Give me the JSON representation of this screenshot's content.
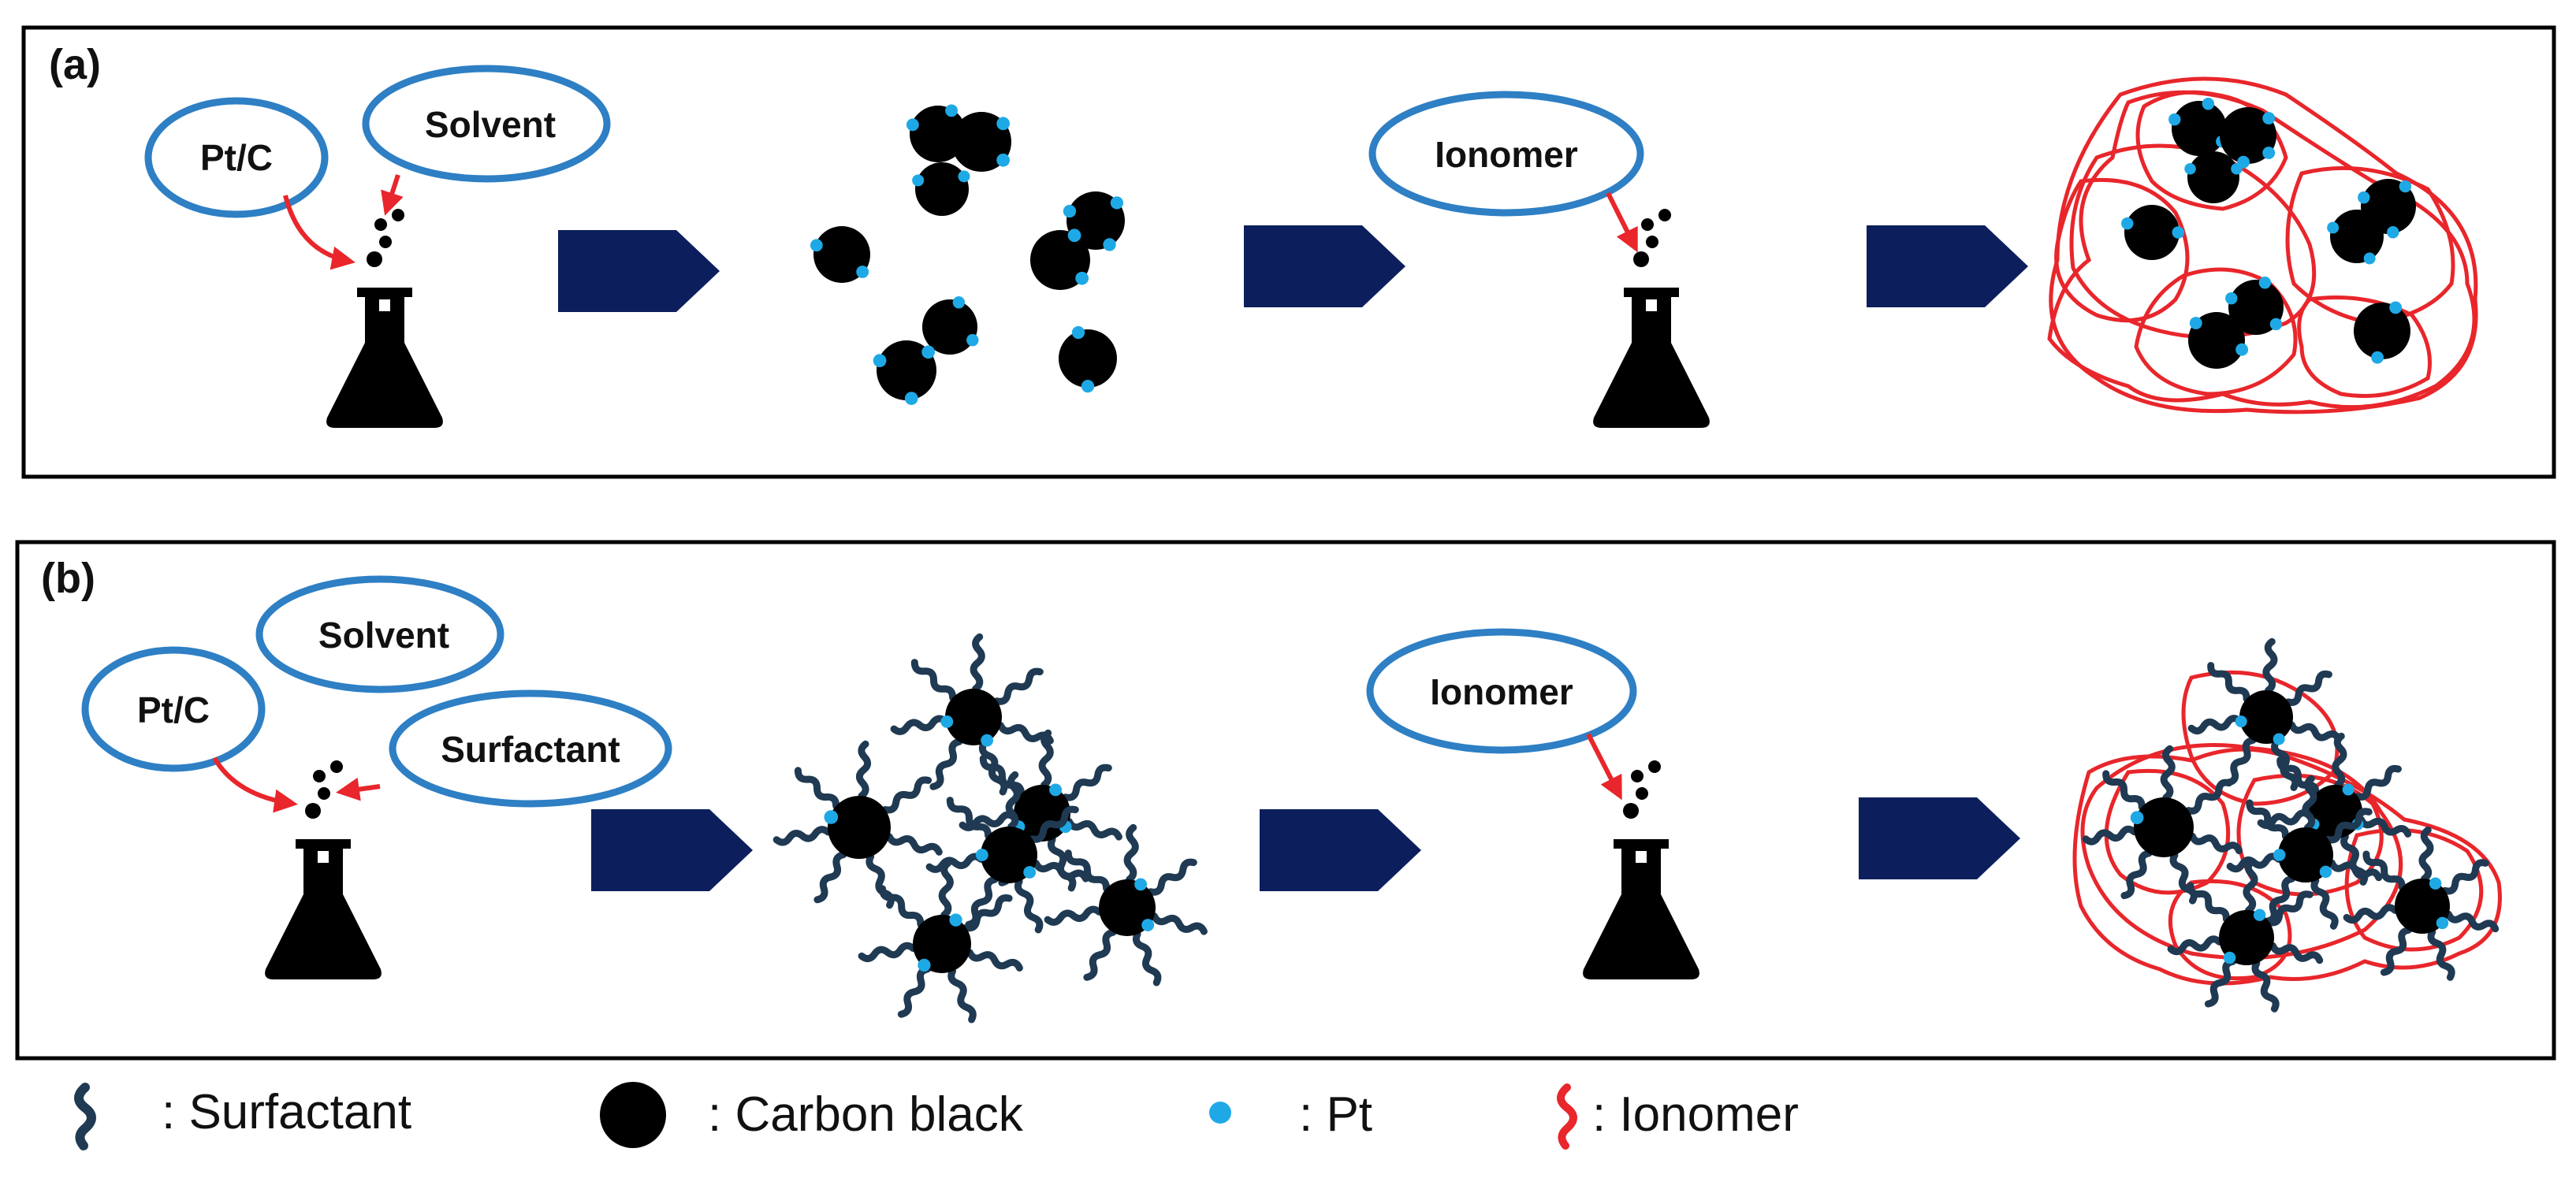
{
  "colors": {
    "bubble_outline": "#2e7fc4",
    "arrow_red": "#e8262b",
    "step_arrow": "#0c1f5c",
    "carbon": "#000000",
    "pt": "#1ea9e6",
    "surfactant": "#1f3a52",
    "ionomer": "#e8262b",
    "frame": "#000000"
  },
  "panels": [
    {
      "label": "(a)",
      "bubbles": [
        "Pt/C",
        "Solvent"
      ],
      "ionomer_bubble": "Ionomer",
      "with_surfactant": false
    },
    {
      "label": "(b)",
      "bubbles": [
        "Pt/C",
        "Solvent",
        "Surfactant"
      ],
      "ionomer_bubble": "Ionomer",
      "with_surfactant": true
    }
  ],
  "legend": {
    "surfactant": ": Surfactant",
    "carbon": ": Carbon black",
    "pt": ": Pt",
    "ionomer": ": Ionomer"
  },
  "icons": [
    "erlenmeyer-flask-icon",
    "step-arrow-icon",
    "surfactant-icon",
    "carbon-black-icon",
    "pt-icon",
    "ionomer-icon"
  ]
}
